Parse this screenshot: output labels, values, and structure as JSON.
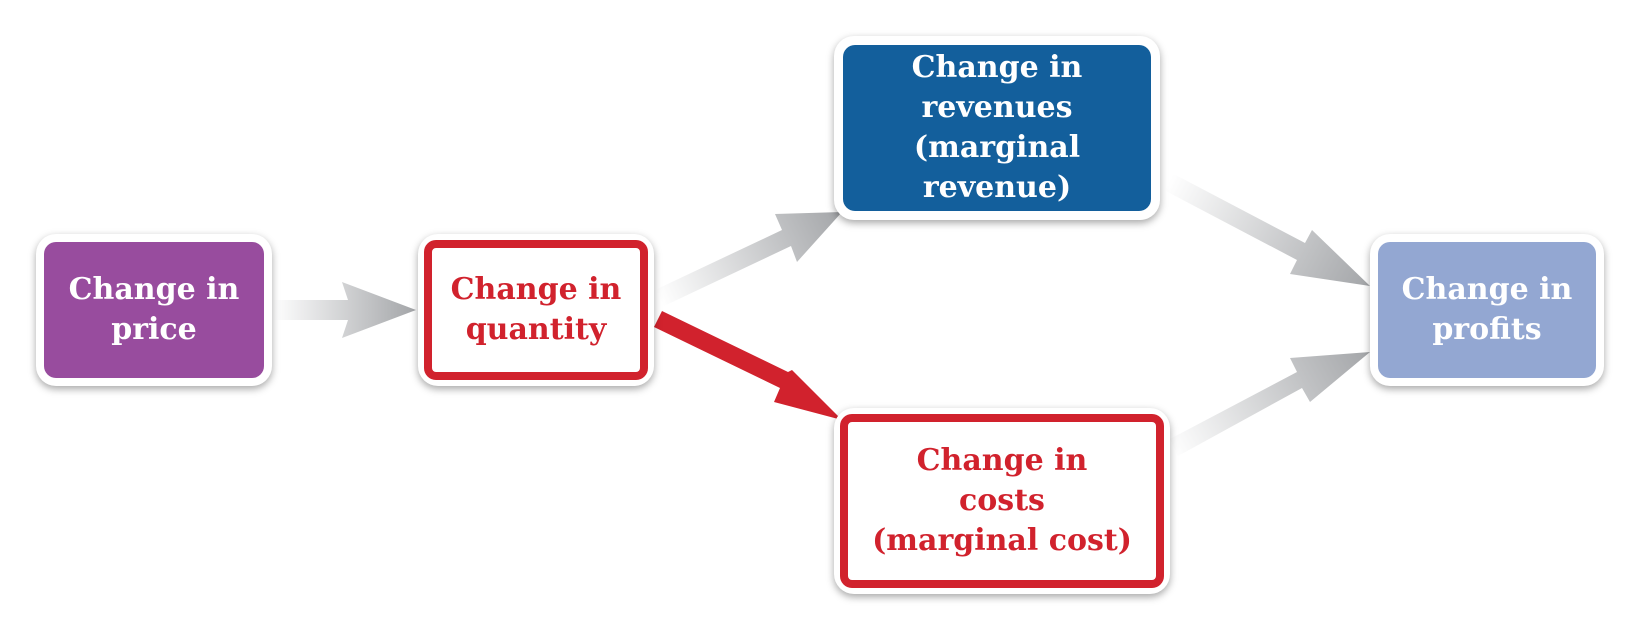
{
  "nodes": {
    "price": {
      "lines": [
        "Change in",
        "price"
      ]
    },
    "quantity": {
      "lines": [
        "Change in",
        "quantity"
      ]
    },
    "revenue": {
      "lines": [
        "Change in",
        "revenues",
        "(marginal revenue)"
      ]
    },
    "costs": {
      "lines": [
        "Change in",
        "costs",
        "(marginal cost)"
      ]
    },
    "profits": {
      "lines": [
        "Change in",
        "profits"
      ]
    }
  },
  "colors": {
    "price_fill": "#984c9e",
    "quantity_border": "#d1222d",
    "revenue_fill": "#135f9c",
    "costs_border": "#d1222d",
    "profits_fill": "#93a7d2",
    "arrow_gray": "#a3a5a8",
    "arrow_red": "#d1222d"
  }
}
